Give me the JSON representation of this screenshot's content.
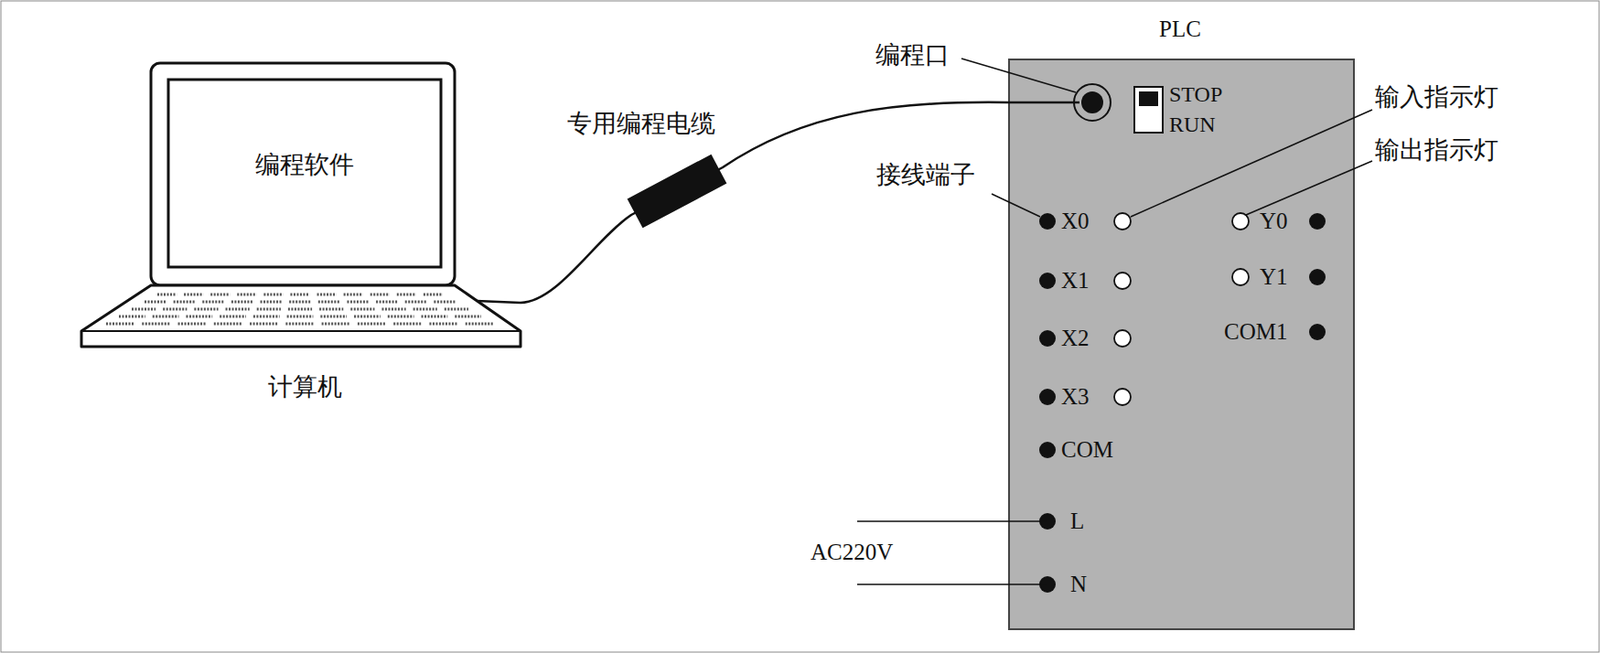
{
  "diagram": {
    "nodes": [
      {
        "text": [
          "编程软件",
          "计算机"
        ]
      },
      {
        "text": [
          "PLC"
        ]
      }
    ],
    "edges": [
      {
        "from": 0,
        "to": 1,
        "arrow": "none",
        "label": "专用编程电缆"
      }
    ],
    "labels": [
      "编程口",
      "STOP",
      "RUN",
      "输入指示灯",
      "输出指示灯",
      "接线端子",
      "X0",
      "X1",
      "X2",
      "X3",
      "COM",
      "Y0",
      "Y1",
      "COM1",
      "L",
      "N",
      "AC220V"
    ]
  }
}
